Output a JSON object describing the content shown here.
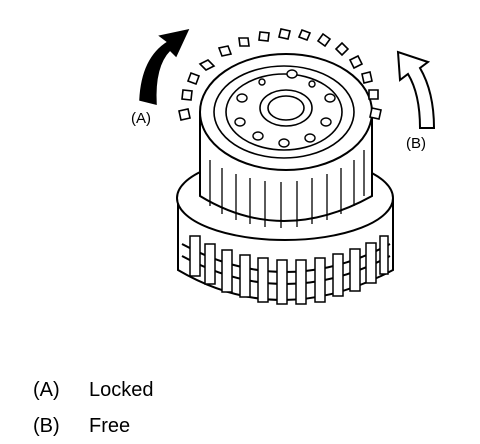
{
  "figure": {
    "callouts": {
      "a": "(A)",
      "b": "(B)"
    },
    "arrows": {
      "a": "solid-black-curved-arrow",
      "b": "outline-curved-arrow"
    },
    "colors": {
      "ink": "#000000",
      "paper": "#ffffff"
    }
  },
  "legend": [
    {
      "key": "(A)",
      "label": "Locked"
    },
    {
      "key": "(B)",
      "label": "Free"
    }
  ]
}
